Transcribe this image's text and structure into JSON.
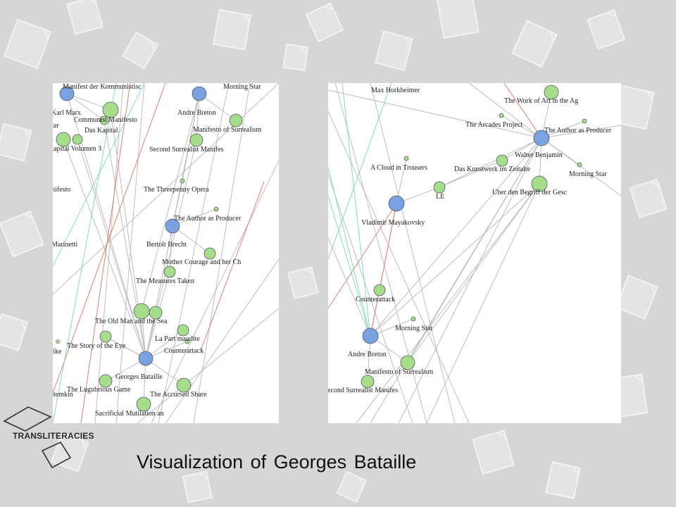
{
  "caption": "Visualization of Georges Bataille",
  "brand": "TRANSLITERACIES",
  "colors": {
    "person_node": "#7ba2e0",
    "work_node": "#a6dd8a",
    "edge_gray": "#bdbdbd",
    "edge_red": "#d9826a",
    "edge_teal": "#7fdcc0"
  },
  "left_panel": {
    "labels": [
      "Manifest der Kommunistisc",
      "Morning Star",
      "Karl Marx",
      "Communist Manifesto",
      "Andre Breton",
      "Das Kapital",
      "Manifesto of Surrealism",
      "Kapital Volumen 3",
      "Second Surrealist Manifes",
      "nifesto",
      "The Threepenny Opera",
      "The Author as Producer",
      "Bertolt Brecht",
      "Marinetti",
      "Mother Courage and her Ch",
      "The Measures Taken",
      "The Old Man and the Sea",
      "La Part maudite",
      "The Story of the Eye",
      "Counterattack",
      "rike",
      "Georges Bataille",
      "The Lugubrious Game",
      "The Accursed Share",
      "otemkin",
      "Sacrificial Mutilation an",
      "tar"
    ]
  },
  "right_panel": {
    "labels": [
      "Max Horkheimer",
      "The Work of Art in the Ag",
      "The Arcades Project",
      "The Author as Producer",
      "Walter Benjamin",
      "A Cloud in Trousers",
      "Das Kunstwerk im Zeitalte",
      "Morning Star",
      "LE",
      "Uber den Begriff der Gesc",
      "Vladimir Mayakovsky",
      "Counterattack",
      "Morning Star",
      "Andre Breton",
      "Manifesto of Surrealism",
      "econd Surrealist Manifes"
    ]
  }
}
